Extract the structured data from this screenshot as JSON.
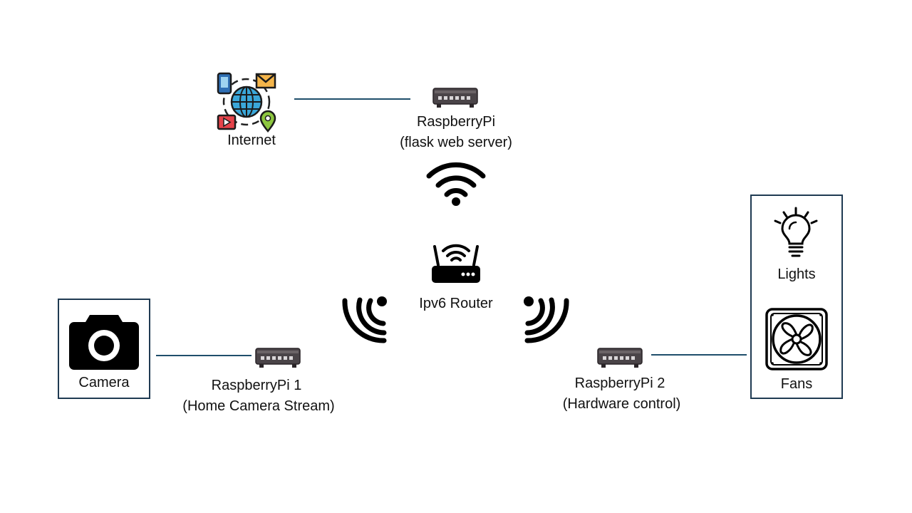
{
  "nodes": {
    "internet": {
      "label": "Internet",
      "icon": "internet-globe-icon"
    },
    "web_server": {
      "name": "RaspberryPi",
      "role": "(flask web server)",
      "icon": "raspberry-pi-icon"
    },
    "router": {
      "label": "Ipv6 Router",
      "icon": "wifi-router-icon"
    },
    "pi1": {
      "name": "RaspberryPi 1",
      "role": "(Home Camera Stream)",
      "icon": "raspberry-pi-icon"
    },
    "pi2": {
      "name": "RaspberryPi 2",
      "role": "(Hardware control)",
      "icon": "raspberry-pi-icon"
    },
    "camera": {
      "label": "Camera",
      "icon": "camera-icon"
    },
    "lights": {
      "label": "Lights",
      "icon": "light-bulb-icon"
    },
    "fans": {
      "label": "Fans",
      "icon": "fan-icon"
    }
  },
  "connections": [
    {
      "from": "internet",
      "to": "web_server",
      "type": "wired"
    },
    {
      "from": "web_server",
      "to": "router",
      "type": "wireless"
    },
    {
      "from": "router",
      "to": "pi1",
      "type": "wireless"
    },
    {
      "from": "router",
      "to": "pi2",
      "type": "wireless"
    },
    {
      "from": "camera",
      "to": "pi1",
      "type": "wired"
    },
    {
      "from": "pi2",
      "to": "lights",
      "type": "wired"
    },
    {
      "from": "pi2",
      "to": "fans",
      "type": "wired"
    }
  ],
  "colors": {
    "link": "#1f4e6b",
    "box_border": "#1f3a52",
    "device": "#4a4448"
  }
}
